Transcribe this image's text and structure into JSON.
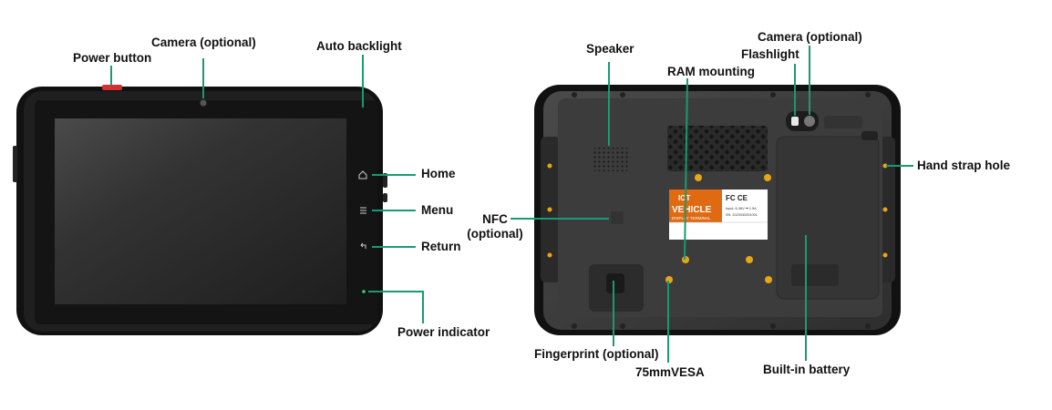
{
  "colors": {
    "leader_line": "#1a9a72",
    "frame": "#1c1c1c",
    "screen": "#2b2b2b",
    "back_panel": "#3a3a3a",
    "power_button": "#d33131",
    "screw_accent": "#e8a614",
    "logo_orange": "#e06a12"
  },
  "front": {
    "labels": {
      "power_button": "Power button",
      "camera": "Camera (optional)",
      "auto_backlight": "Auto backlight",
      "home": "Home",
      "menu": "Menu",
      "return": "Return",
      "power_indicator": "Power indicator"
    }
  },
  "back": {
    "labels": {
      "speaker": "Speaker",
      "camera": "Camera (optional)",
      "flashlight": "Flashlight",
      "ram_mounting": "RAM mounting",
      "hand_strap_hole": "Hand strap hole",
      "nfc": "NFC (optional)",
      "fingerprint": "Fingerprint (optional)",
      "vesa": "75mmVESA",
      "battery": "Built-in battery"
    },
    "sticker": {
      "logo": "IOT",
      "title": "VEHICLE",
      "subtitle": "DISPLAY TERMINAL",
      "marks": "FC CE",
      "spec_line_1": "Input: 8-36V ⎓ 1.5A",
      "spec_line_2": "SN: 2020030331001"
    }
  },
  "icons": {
    "home": "home-icon",
    "menu": "menu-icon",
    "return": "return-icon"
  }
}
